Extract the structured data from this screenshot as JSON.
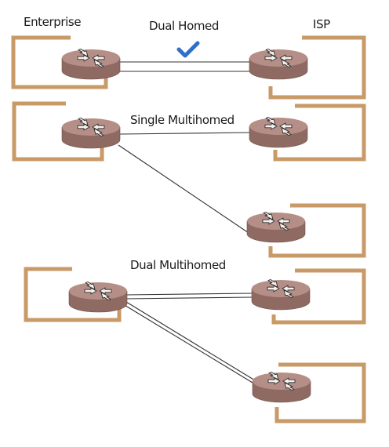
{
  "headers": {
    "enterprise": "Enterprise",
    "isp": "ISP"
  },
  "scenarios": {
    "dual_homed": {
      "label": "Dual Homed",
      "selected": true
    },
    "single_multihomed": {
      "label": "Single Multihomed"
    },
    "dual_multihomed": {
      "label": "Dual Multihomed"
    }
  },
  "colors": {
    "site_box": "#c89a67",
    "router_top": "#b58f87",
    "router_side": "#8e6a62",
    "checkmark": "#2f6fc9"
  },
  "icons": {
    "router": "router-icon",
    "check": "checkmark-icon"
  }
}
